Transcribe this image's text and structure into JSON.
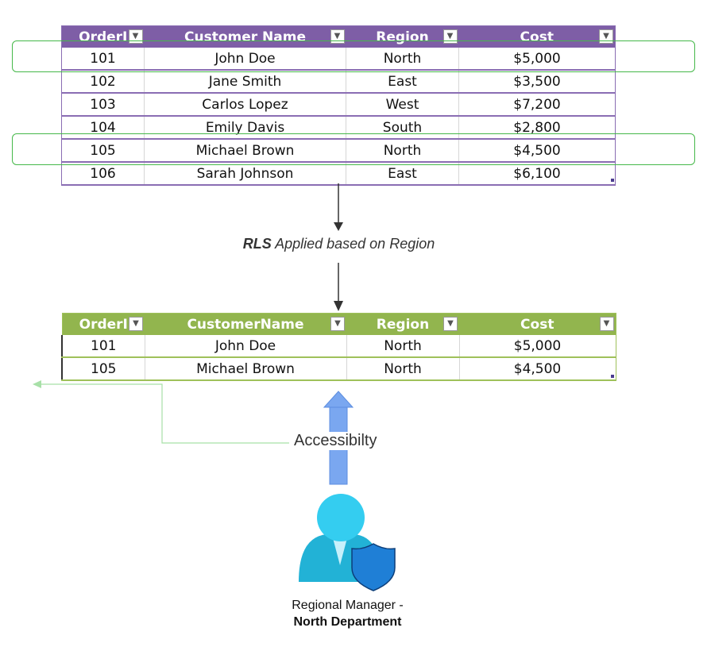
{
  "source_table": {
    "headers": [
      "OrderI",
      "Customer Name",
      "Region",
      "Cost"
    ],
    "rows": [
      [
        "101",
        "John Doe",
        "North",
        "$5,000"
      ],
      [
        "102",
        "Jane Smith",
        "East",
        "$3,500"
      ],
      [
        "103",
        "Carlos Lopez",
        "West",
        "$7,200"
      ],
      [
        "104",
        "Emily Davis",
        "South",
        "$2,800"
      ],
      [
        "105",
        "Michael Brown",
        "North",
        "$4,500"
      ],
      [
        "106",
        "Sarah Johnson",
        "East",
        "$6,100"
      ]
    ],
    "header_color": "#7e5ea6"
  },
  "filtered_table": {
    "headers": [
      "OrderI",
      "CustomerName",
      "Region",
      "Cost"
    ],
    "rows": [
      [
        "101",
        "John Doe",
        "North",
        "$5,000"
      ],
      [
        "105",
        "Michael Brown",
        "North",
        "$4,500"
      ]
    ],
    "header_color": "#92b54e"
  },
  "rls_label": {
    "bold": "RLS",
    "rest": " Applied based on Region"
  },
  "accessibility_label": "Accessibilty",
  "user": {
    "icon": "user-shield-icon",
    "role_line1": "Regional Manager -",
    "role_line2": "North Department"
  },
  "colors": {
    "highlight": "#45b849",
    "arrow": "#7aa7f0",
    "person": "#30c4ea",
    "shield": "#1f7fd6"
  }
}
